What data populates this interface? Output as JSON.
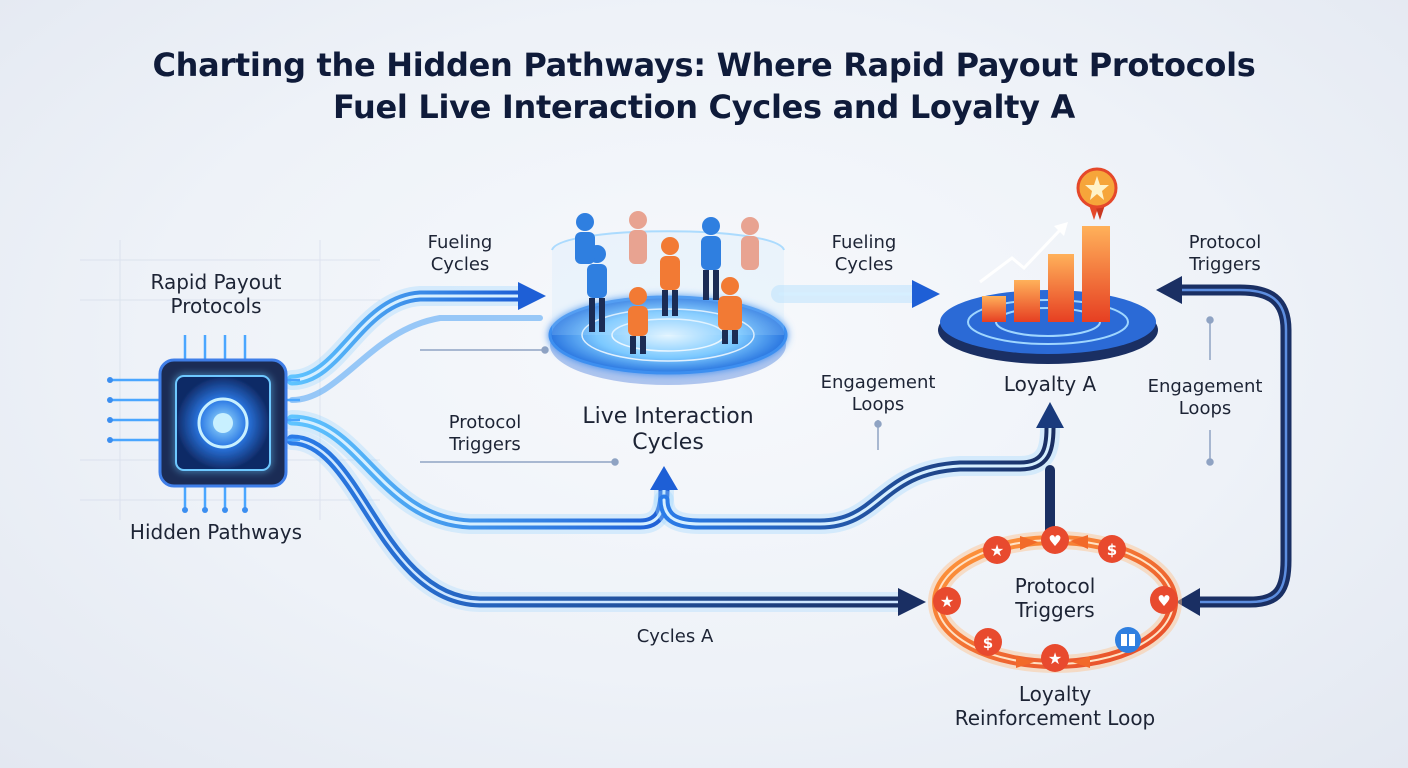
{
  "title": {
    "line1": "Charting the Hidden Pathways: Where Rapid Payout Protocols",
    "line2": "Fuel Live Interaction Cycles and Loyalty A"
  },
  "nodes": {
    "source": {
      "top": "Rapid Payout",
      "bottom_line2": "Protocols",
      "caption": "Hidden Pathways"
    },
    "live": {
      "line1": "Live Interaction",
      "line2": "Cycles"
    },
    "loyalty": {
      "label": "Loyalty A"
    },
    "loop": {
      "inner1": "Protocol",
      "inner2": "Triggers",
      "caption1": "Loyalty",
      "caption2": "Reinforcement Loop"
    }
  },
  "path_labels": {
    "fueling_1": {
      "line1": "Fueling",
      "line2": "Cycles"
    },
    "fueling_2": {
      "line1": "Fueling",
      "line2": "Cycles"
    },
    "protocol_triggers_left": {
      "line1": "Protocol",
      "line2": "Triggers"
    },
    "engagement_mid": {
      "line1": "Engagement",
      "line2": "Loops"
    },
    "protocol_triggers_right": {
      "line1": "Protocol",
      "line2": "Triggers"
    },
    "engagement_right": {
      "line1": "Engagement",
      "line2": "Loops"
    },
    "cycles_a": "Cycles A"
  },
  "colors": {
    "blue_path": "#1e6fe0",
    "blue_glow": "#8fd0ff",
    "navy_path": "#1a2f63",
    "orange": "#f26a2a",
    "red_orange": "#e84a2e",
    "title": "#0f1b3a"
  },
  "icons": {
    "chip": "processor-chip-icon",
    "medal": "medal-award-icon",
    "loop_tokens": [
      "star-icon",
      "heart-icon",
      "dollar-icon",
      "heart-icon",
      "gift-icon",
      "star-icon",
      "dollar-icon",
      "star-icon"
    ]
  }
}
